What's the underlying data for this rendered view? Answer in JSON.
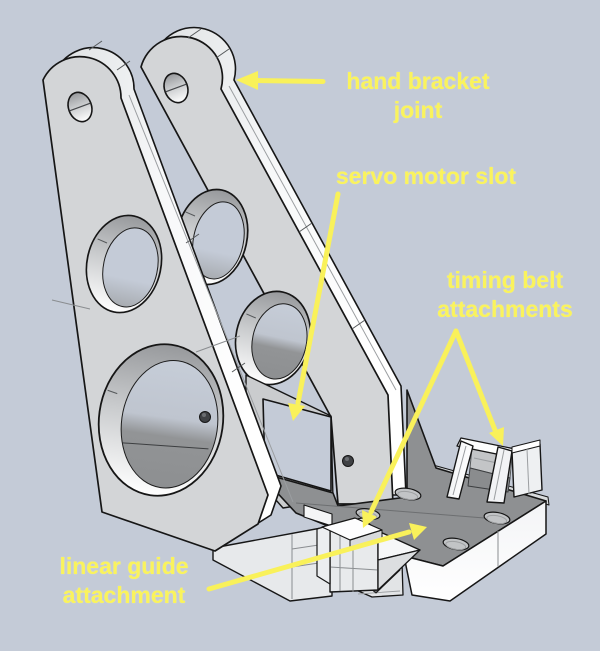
{
  "colors": {
    "background": "#c4cbd7",
    "annotation_yellow": "#f9f15a",
    "model_face_gray": "#d3d5d7",
    "model_side_white": "#f4f5f6",
    "base_top_dark": "#8e9092",
    "outline": "#161616"
  },
  "annotations": {
    "hand_bracket_joint": {
      "line1": "hand bracket",
      "line2": "joint"
    },
    "servo_motor_slot": {
      "text": "servo motor slot"
    },
    "timing_belt_attachments": {
      "line1": "timing belt",
      "line2": "attachments"
    },
    "linear_guide_attachment": {
      "line1": "linear guide",
      "line2": "attachment"
    }
  }
}
